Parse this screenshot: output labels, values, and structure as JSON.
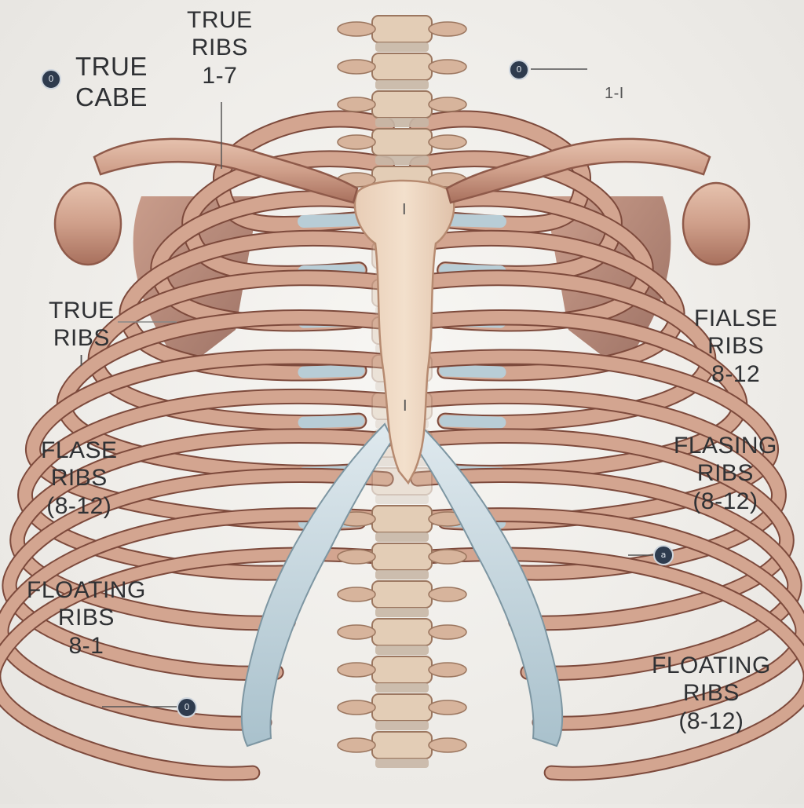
{
  "labels": {
    "top_left": [
      "TRUE",
      "CABE"
    ],
    "top_center": [
      "TRUE",
      "RIBS",
      "1-7"
    ],
    "top_right": "1-I",
    "left_1": [
      "TRUE",
      "RIBS",
      "I"
    ],
    "left_2": [
      "FLASE",
      "RIBS",
      "(8-12)"
    ],
    "left_3": [
      "FLOATING",
      "RIBS",
      "8-1"
    ],
    "right_1": [
      "FIALSE",
      "RIBS",
      "8-12"
    ],
    "right_2": [
      "FLASING",
      "RIBS",
      "(8-12)"
    ],
    "right_3": [
      "FLOATING",
      "RIBS",
      "(8-12)"
    ],
    "sternum_mark_1": "I",
    "sternum_mark_2": "I"
  },
  "markers": {
    "top_left": "0",
    "top_right": "0",
    "right_mid": "a",
    "bottom_left": "0"
  },
  "colors": {
    "bone": "#c99b86",
    "bone_dark": "#8f5a4a",
    "bone_light": "#e8cdbb",
    "cartilage": "#b8cdd6",
    "spine": "#e3cdb6",
    "scapula": "#b07a67",
    "text": "#2f3134"
  }
}
